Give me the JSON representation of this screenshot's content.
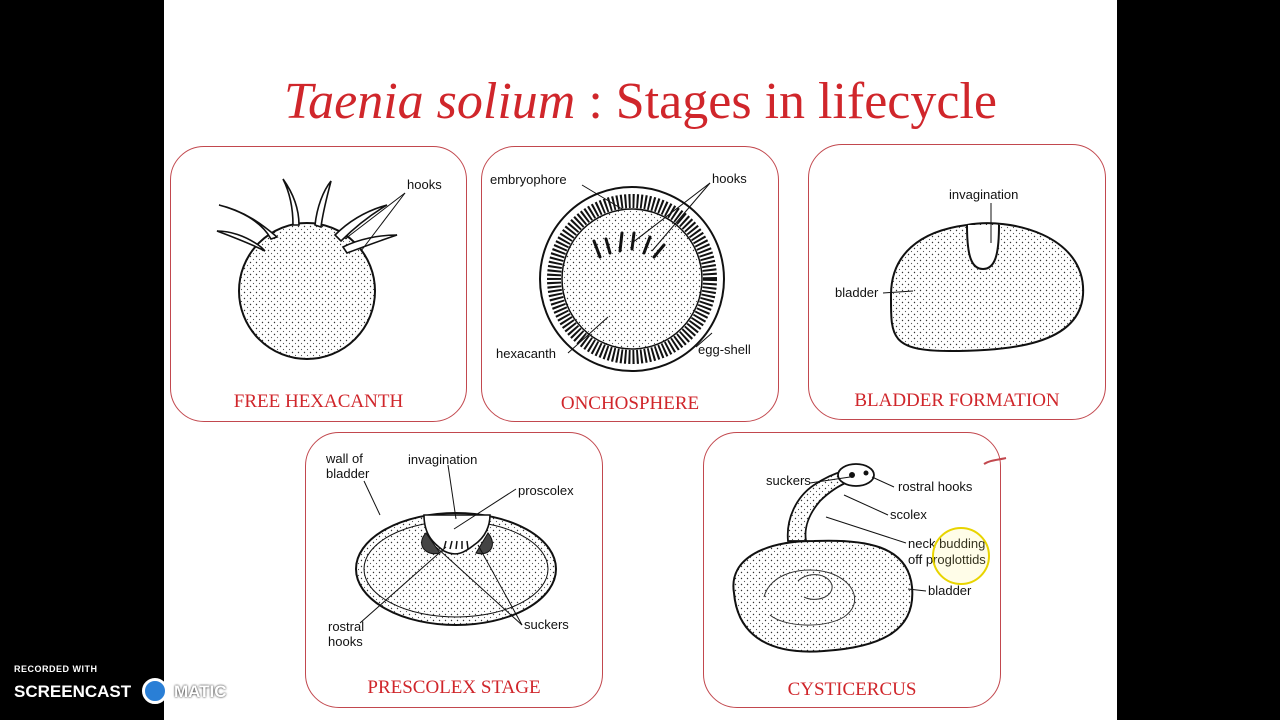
{
  "slide": {
    "title_italic": "Taenia solium",
    "title_rest": " : Stages in lifecycle"
  },
  "stages": [
    {
      "caption": "FREE HEXACANTH",
      "labels": {
        "hooks": "hooks"
      }
    },
    {
      "caption": "ONCHOSPHERE",
      "labels": {
        "embryophore": "embryophore",
        "hooks": "hooks",
        "hexacanth": "hexacanth",
        "egg_shell": "egg-shell"
      }
    },
    {
      "caption": "BLADDER FORMATION",
      "labels": {
        "invagination": "invagination",
        "bladder": "bladder"
      }
    },
    {
      "caption": "PRESCOLEX STAGE",
      "labels": {
        "wall_of": "wall of",
        "bladder": "bladder",
        "invagination": "invagination",
        "proscolex": "proscolex",
        "rostral": "rostral",
        "hooks": "hooks",
        "suckers": "suckers"
      }
    },
    {
      "caption": "CYSTICERCUS",
      "labels": {
        "suckers": "suckers",
        "rostral_hooks": "rostral  hooks",
        "scolex": "scolex",
        "neck_budding": "neck budding",
        "off_proglottids": "off proglottids",
        "bladder": "bladder"
      }
    }
  ],
  "watermark": {
    "small": "RECORDED WITH",
    "brand": "SCREENCAST",
    "suffix": "MATIC"
  },
  "colors": {
    "accent": "#d0262b",
    "border": "#c2484e",
    "background": "#000000"
  }
}
